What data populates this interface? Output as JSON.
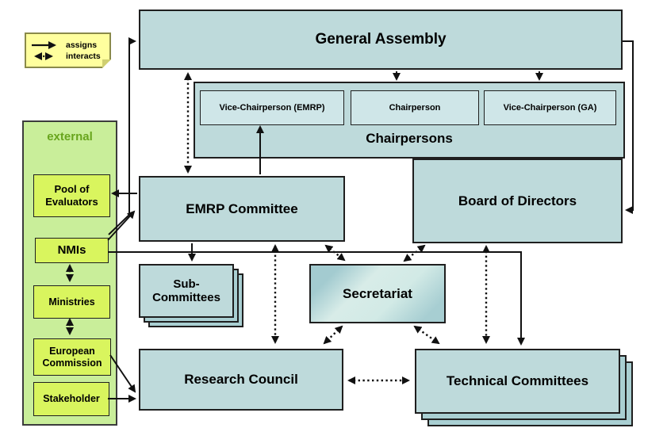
{
  "legend": {
    "assigns": "assigns",
    "interacts": "interacts"
  },
  "external_panel": {
    "title": "external",
    "items": [
      "Pool of\nEvaluators",
      "NMIs",
      "Ministries",
      "European\nCommission",
      "Stakeholder"
    ]
  },
  "nodes": {
    "general_assembly": "General Assembly",
    "chairpersons_group": "Chairpersons",
    "vice_chairperson_emrp": "Vice-Chairperson (EMRP)",
    "chairperson": "Chairperson",
    "vice_chairperson_ga": "Vice-Chairperson (GA)",
    "board_of_directors": "Board of Directors",
    "emrp_committee": "EMRP Committee",
    "sub_committees": "Sub-\nCommittees",
    "secretariat": "Secretariat",
    "research_council": "Research Council",
    "technical_committees": "Technical Committees"
  },
  "colors": {
    "node_fill": "#bedadb",
    "node_fill_light": "#cfe6e8",
    "stack_fill": "#a9cfd2",
    "external_panel_fill": "#c9ee9a",
    "external_item_fill": "#d9f55e",
    "external_title": "#68a51d",
    "legend_fill": "#ffff9e",
    "line": "#111111"
  },
  "edges": [
    {
      "from": "General Assembly",
      "to": "Chairperson",
      "type": "assigns"
    },
    {
      "from": "General Assembly",
      "to": "Vice-Chairperson (GA)",
      "type": "assigns"
    },
    {
      "from": "EMRP Committee",
      "to": "Vice-Chairperson (EMRP)",
      "type": "assigns"
    },
    {
      "from": "General Assembly",
      "to": "Board of Directors",
      "type": "assigns"
    },
    {
      "from": "EMRP Committee",
      "to": "Pool of Evaluators",
      "type": "assigns"
    },
    {
      "from": "NMIs",
      "to": "General Assembly",
      "type": "assigns"
    },
    {
      "from": "NMIs",
      "to": "EMRP Committee",
      "type": "assigns"
    },
    {
      "from": "EMRP Committee",
      "to": "Sub-Committees",
      "type": "assigns"
    },
    {
      "from": "NMIs",
      "to": "Technical Committees",
      "type": "assigns"
    },
    {
      "from": "European Commission",
      "to": "Research Council",
      "type": "assigns"
    },
    {
      "from": "Stakeholder",
      "to": "Research Council",
      "type": "assigns"
    },
    {
      "from": "General Assembly",
      "to": "EMRP Committee",
      "type": "interacts"
    },
    {
      "from": "EMRP Committee",
      "to": "Secretariat",
      "type": "interacts"
    },
    {
      "from": "Board of Directors",
      "to": "Secretariat",
      "type": "interacts"
    },
    {
      "from": "Secretariat",
      "to": "Research Council",
      "type": "interacts"
    },
    {
      "from": "Secretariat",
      "to": "Technical Committees",
      "type": "interacts"
    },
    {
      "from": "EMRP Committee",
      "to": "Research Council",
      "type": "interacts"
    },
    {
      "from": "Research Council",
      "to": "Technical Committees",
      "type": "interacts"
    },
    {
      "from": "Board of Directors",
      "to": "Technical Committees",
      "type": "interacts"
    },
    {
      "from": "NMIs",
      "to": "Ministries",
      "type": "interacts"
    },
    {
      "from": "Ministries",
      "to": "European Commission",
      "type": "interacts"
    }
  ]
}
